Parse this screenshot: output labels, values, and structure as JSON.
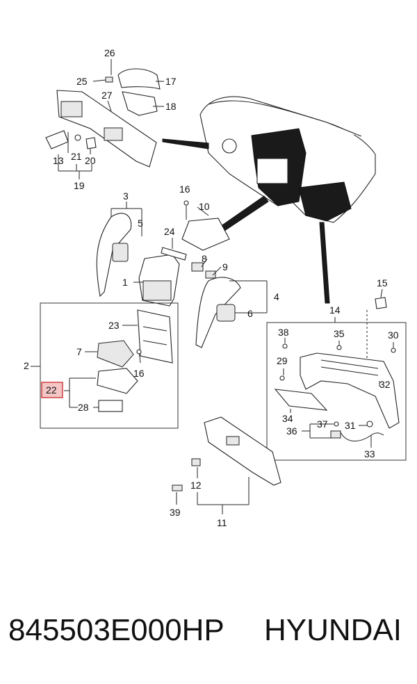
{
  "diagram": {
    "labels": {
      "l26": "26",
      "l25": "25",
      "l17": "17",
      "l27": "27",
      "l18": "18",
      "l13": "13",
      "l21": "21",
      "l20": "20",
      "l19": "19",
      "l3": "3",
      "l5": "5",
      "l16a": "16",
      "l10": "10",
      "l24": "24",
      "l8": "8",
      "l9": "9",
      "l1": "1",
      "l4": "4",
      "l6": "6",
      "l2": "2",
      "l23": "23",
      "l7": "7",
      "l16b": "16",
      "l22": "22",
      "l28": "28",
      "l15": "15",
      "l14": "14",
      "l38": "38",
      "l35": "35",
      "l30": "30",
      "l29": "29",
      "l32": "32",
      "l34": "34",
      "l37": "37",
      "l31": "31",
      "l36": "36",
      "l33": "33",
      "l12": "12",
      "l39": "39",
      "l11": "11"
    },
    "highlighted_part": "22",
    "highlight_color": "#f4c6c6"
  },
  "footer": {
    "part_number": "845503E000HP",
    "brand": "HYUNDAI"
  }
}
